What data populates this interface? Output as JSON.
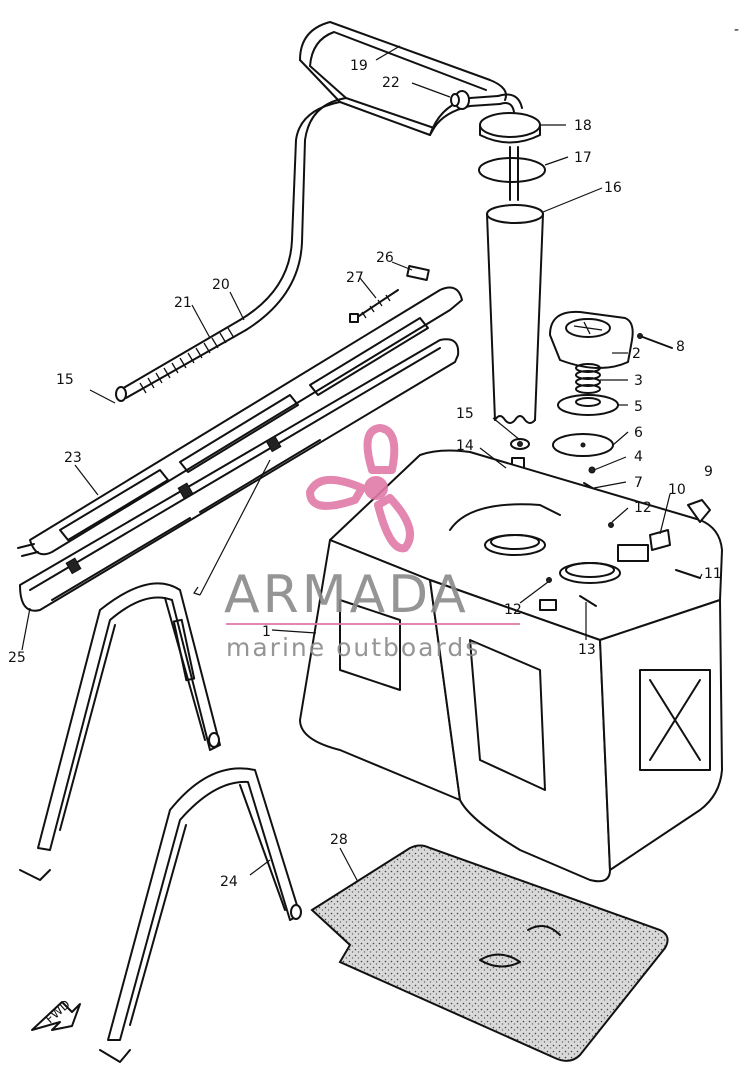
{
  "watermark": {
    "brand": "ARMADA",
    "tagline": "marine outboards",
    "logo_icon": "propeller-logo-icon",
    "logo_color": "#e07aa8",
    "text_color": "#8a8a8a"
  },
  "corner_mark": "-",
  "direction_badge": "FWD",
  "callouts": {
    "c1": "1",
    "c2": "2",
    "c3": "3",
    "c4": "4",
    "c5": "5",
    "c6": "6",
    "c7": "7",
    "c8": "8",
    "c9": "9",
    "c10": "10",
    "c11": "11",
    "c12a": "12",
    "c12b": "12",
    "c13": "13",
    "c14": "14",
    "c15a": "15",
    "c15b": "15",
    "c16": "16",
    "c17": "17",
    "c18": "18",
    "c19": "19",
    "c20": "20",
    "c21": "21",
    "c22": "22",
    "c23": "23",
    "c24": "24",
    "c25": "25",
    "c26": "26",
    "c27": "27",
    "c28": "28"
  }
}
